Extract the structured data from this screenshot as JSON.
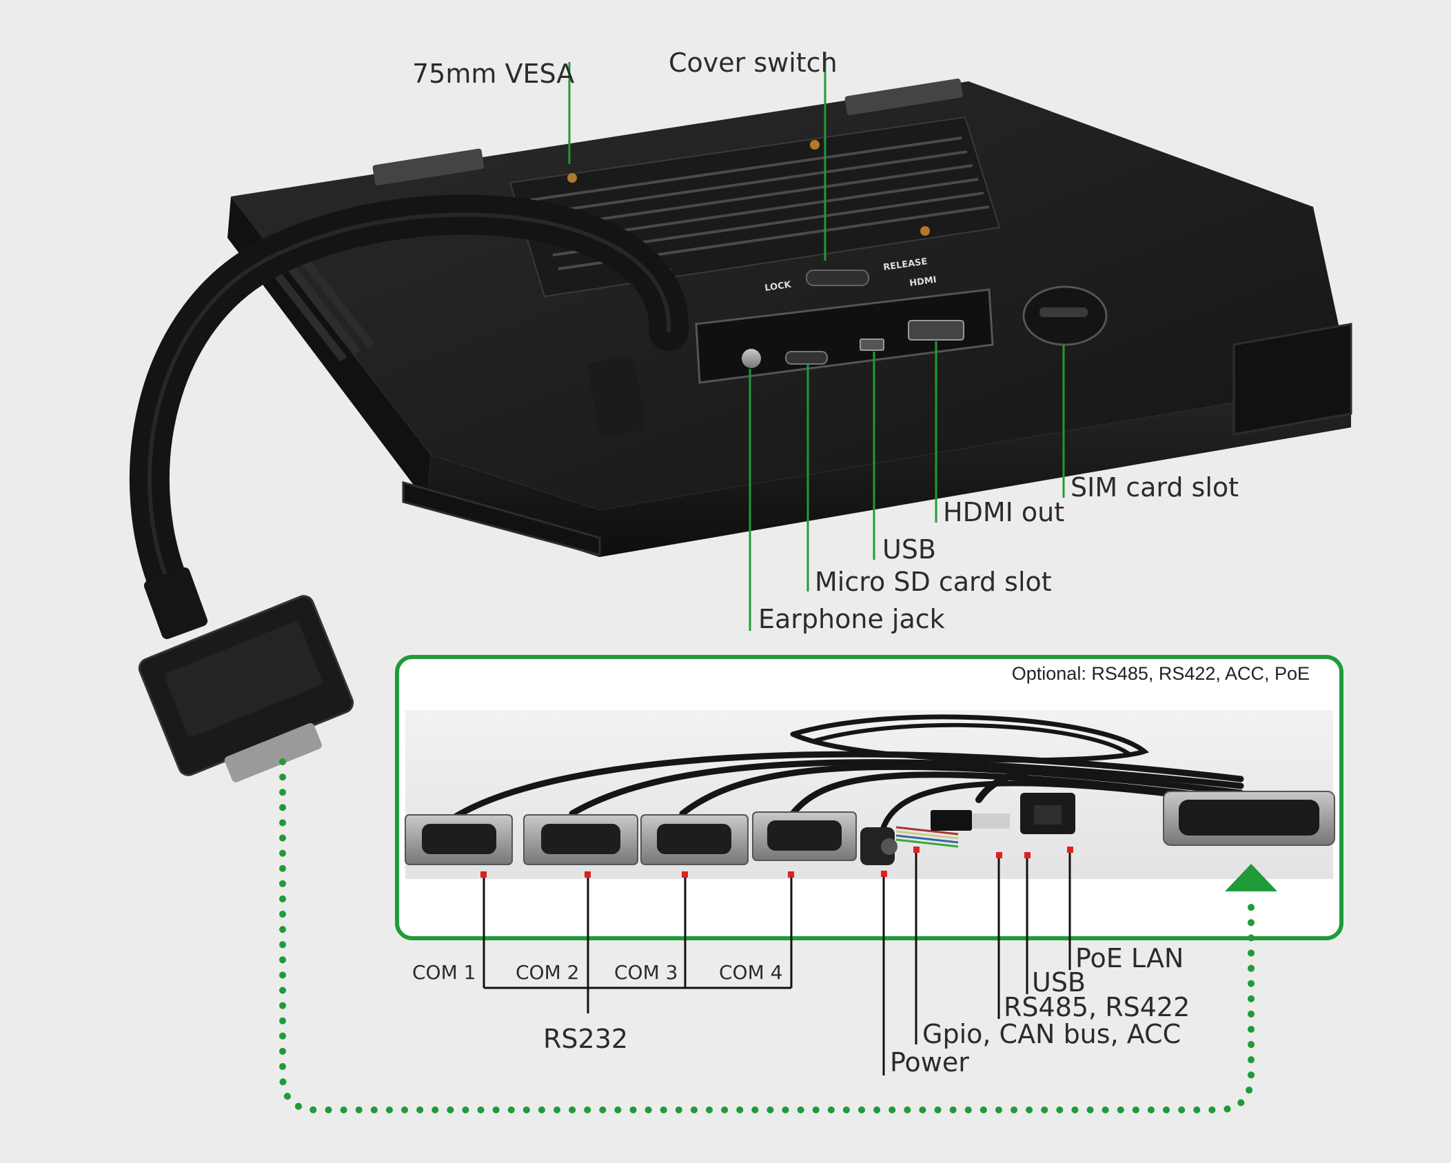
{
  "device_labels": {
    "vesa": "75mm VESA",
    "cover_switch": "Cover switch",
    "sim_card_slot": "SIM card slot",
    "hdmi_out": "HDMI out",
    "usb": "USB",
    "micro_sd": "Micro SD card slot",
    "earphone": "Earphone jack"
  },
  "panel_markings": {
    "lock": "LOCK",
    "release": "RELEASE",
    "hdmi": "HDMI"
  },
  "cable_box": {
    "optional_note": "Optional: RS485, RS422, ACC, PoE"
  },
  "cable_labels": {
    "com1": "COM 1",
    "com2": "COM 2",
    "com3": "COM 3",
    "com4": "COM 4",
    "rs232": "RS232",
    "power": "Power",
    "gpio": "Gpio, CAN bus, ACC",
    "rs485": "RS485,  RS422",
    "usb": "USB",
    "poe_lan": "PoE LAN"
  },
  "colors": {
    "green": "#1f9b3a",
    "marker_red": "#e02020",
    "device": "#1c1c1c"
  }
}
